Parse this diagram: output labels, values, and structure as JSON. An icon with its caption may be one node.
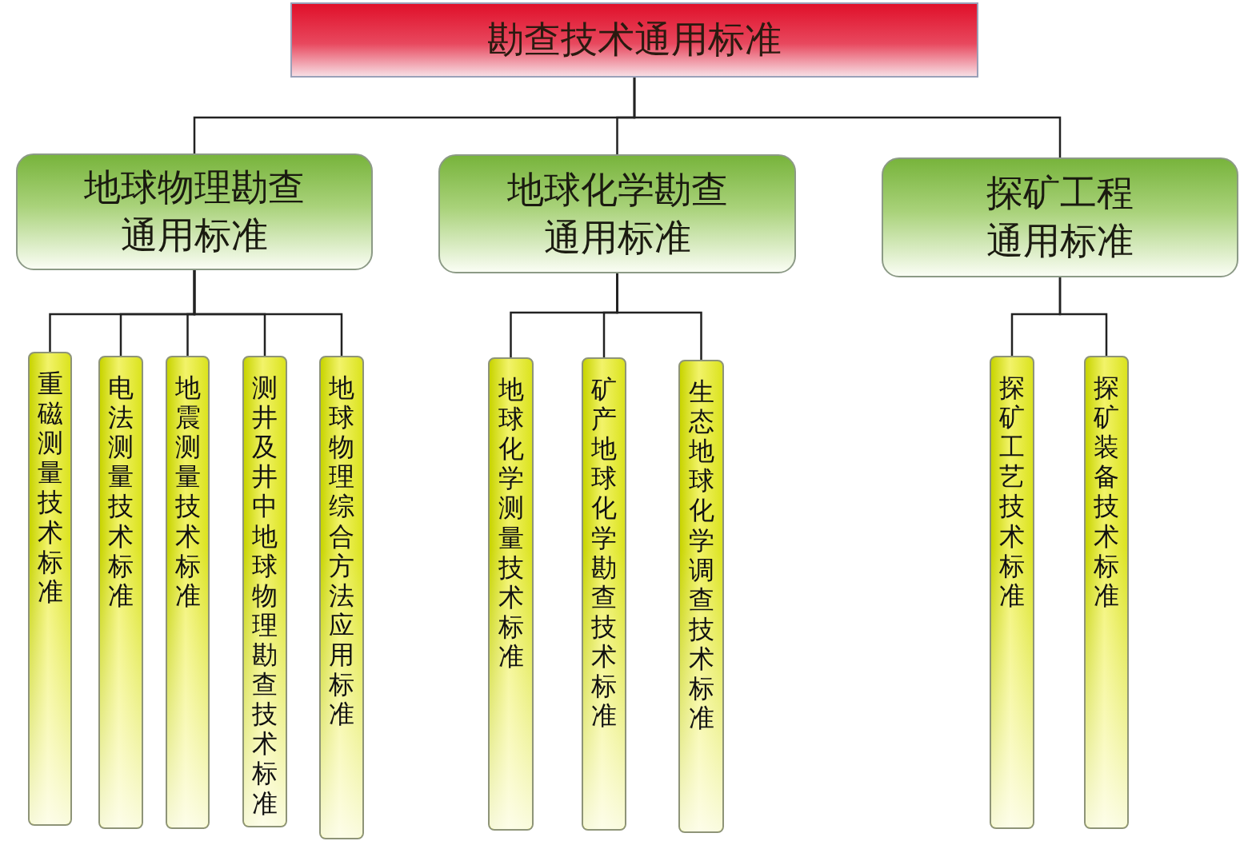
{
  "diagram": {
    "nodes": [
      {
        "text": [
          "勘查技术通用标准"
        ]
      },
      {
        "text": [
          "地球物理勘查通用标准"
        ]
      },
      {
        "text": [
          "地球化学勘查通用标准"
        ]
      },
      {
        "text": [
          "探矿工程通用标准"
        ]
      },
      {
        "text": [
          "重磁测量技术标准"
        ]
      },
      {
        "text": [
          "电法测量技术标准"
        ]
      },
      {
        "text": [
          "地震测量技术标准"
        ]
      },
      {
        "text": [
          "测井及井中地球物理勘查技术标准"
        ]
      },
      {
        "text": [
          "地球物理综合方法应用标准"
        ]
      },
      {
        "text": [
          "地球化学测量技术标准"
        ]
      },
      {
        "text": [
          "矿产地球化学勘查技术标准"
        ]
      },
      {
        "text": [
          "生态地球化学调查技术标准"
        ]
      },
      {
        "text": [
          "探矿工艺技术标准"
        ]
      },
      {
        "text": [
          "探矿装备技术标准"
        ]
      }
    ],
    "edges": [
      {
        "from": 0,
        "to": 1,
        "arrow": "none"
      },
      {
        "from": 0,
        "to": 2,
        "arrow": "none"
      },
      {
        "from": 0,
        "to": 3,
        "arrow": "none"
      },
      {
        "from": 1,
        "to": 4,
        "arrow": "none"
      },
      {
        "from": 1,
        "to": 5,
        "arrow": "none"
      },
      {
        "from": 1,
        "to": 6,
        "arrow": "none"
      },
      {
        "from": 1,
        "to": 7,
        "arrow": "none"
      },
      {
        "from": 1,
        "to": 8,
        "arrow": "none"
      },
      {
        "from": 2,
        "to": 9,
        "arrow": "none"
      },
      {
        "from": 2,
        "to": 10,
        "arrow": "none"
      },
      {
        "from": 2,
        "to": 11,
        "arrow": "none"
      },
      {
        "from": 3,
        "to": 12,
        "arrow": "none"
      },
      {
        "from": 3,
        "to": 13,
        "arrow": "none"
      }
    ]
  }
}
